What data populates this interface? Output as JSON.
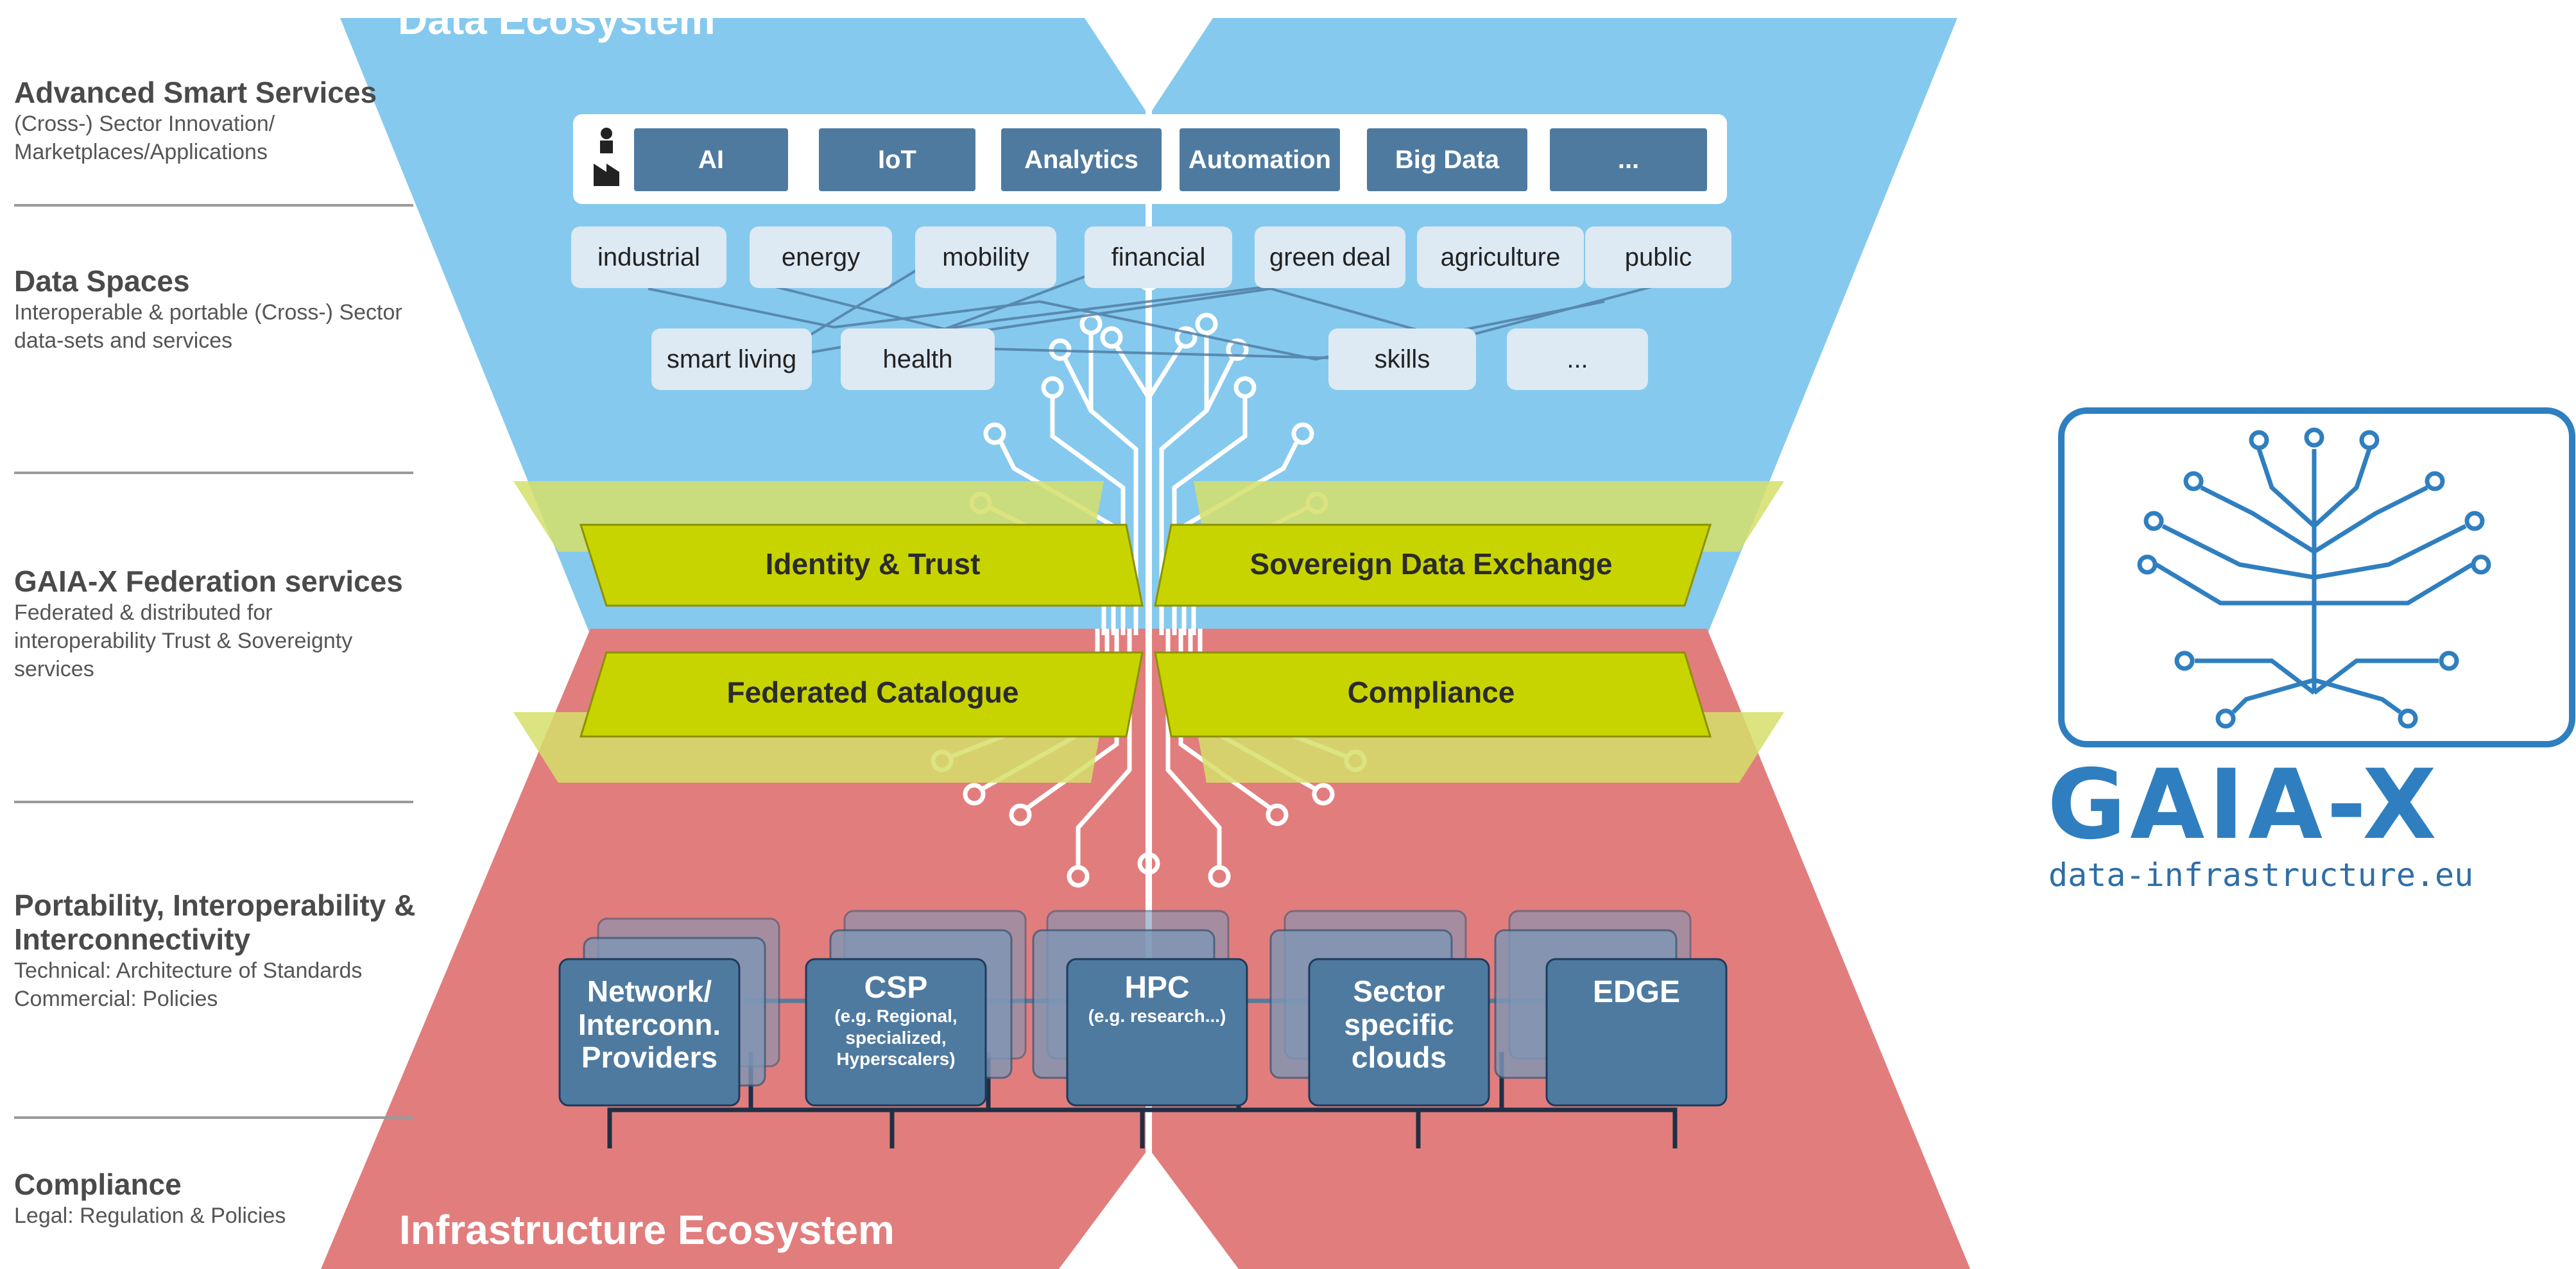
{
  "colors": {
    "top_blue": "#85c9ee",
    "bottom_red": "#e27d7d",
    "service_blue": "#4f7aa0",
    "sector_light": "#dde9f3",
    "federation_green": "#c8d400",
    "federation_back": "#d5df6a",
    "logo_blue": "#2f7fc0"
  },
  "regions": {
    "top_title": "Data Ecosystem",
    "bottom_title": "Infrastructure Ecosystem"
  },
  "layers": [
    {
      "title": "Advanced Smart Services",
      "desc": [
        "(Cross-) Sector Innovation/",
        "Marketplaces/Applications"
      ]
    },
    {
      "title": "Data Spaces",
      "desc": [
        "Interoperable & portable (Cross-) Sector",
        "data-sets and services"
      ]
    },
    {
      "title": "GAIA-X Federation services",
      "desc": [
        "Federated & distributed for",
        "interoperability Trust & Sovereignty",
        "services"
      ]
    },
    {
      "title": "Portability, Interoperability &",
      "title2": "Interconnectivity",
      "desc": [
        "Technical: Architecture of Standards",
        "Commercial: Policies"
      ]
    },
    {
      "title": "Compliance",
      "desc": [
        "Legal: Regulation & Policies"
      ]
    }
  ],
  "smart_services": [
    "AI",
    "IoT",
    "Analytics",
    "Automation",
    "Big Data",
    "..."
  ],
  "sectors_row1": [
    "industrial",
    "energy",
    "mobility",
    "financial",
    "green deal",
    "agriculture",
    "public"
  ],
  "sectors_row2": [
    "smart living",
    "health",
    "skills",
    "..."
  ],
  "federation_services": [
    "Identity & Trust",
    "Sovereign Data Exchange",
    "Federated Catalogue",
    "Compliance"
  ],
  "infrastructure": [
    {
      "lines": [
        "Network/",
        "Interconn.",
        "Providers"
      ],
      "sub": []
    },
    {
      "lines": [
        "CSP"
      ],
      "sub": [
        "(e.g. Regional,",
        "specialized,",
        "Hyperscalers)"
      ]
    },
    {
      "lines": [
        "HPC"
      ],
      "sub": [
        "(e.g. research...)"
      ]
    },
    {
      "lines": [
        "Sector",
        "specific",
        "clouds"
      ],
      "sub": []
    },
    {
      "lines": [
        "EDGE"
      ],
      "sub": []
    }
  ],
  "logo": {
    "word": "GAIA-X",
    "url": "data-infrastructure.eu",
    "icon": "circuit-tree-icon"
  }
}
